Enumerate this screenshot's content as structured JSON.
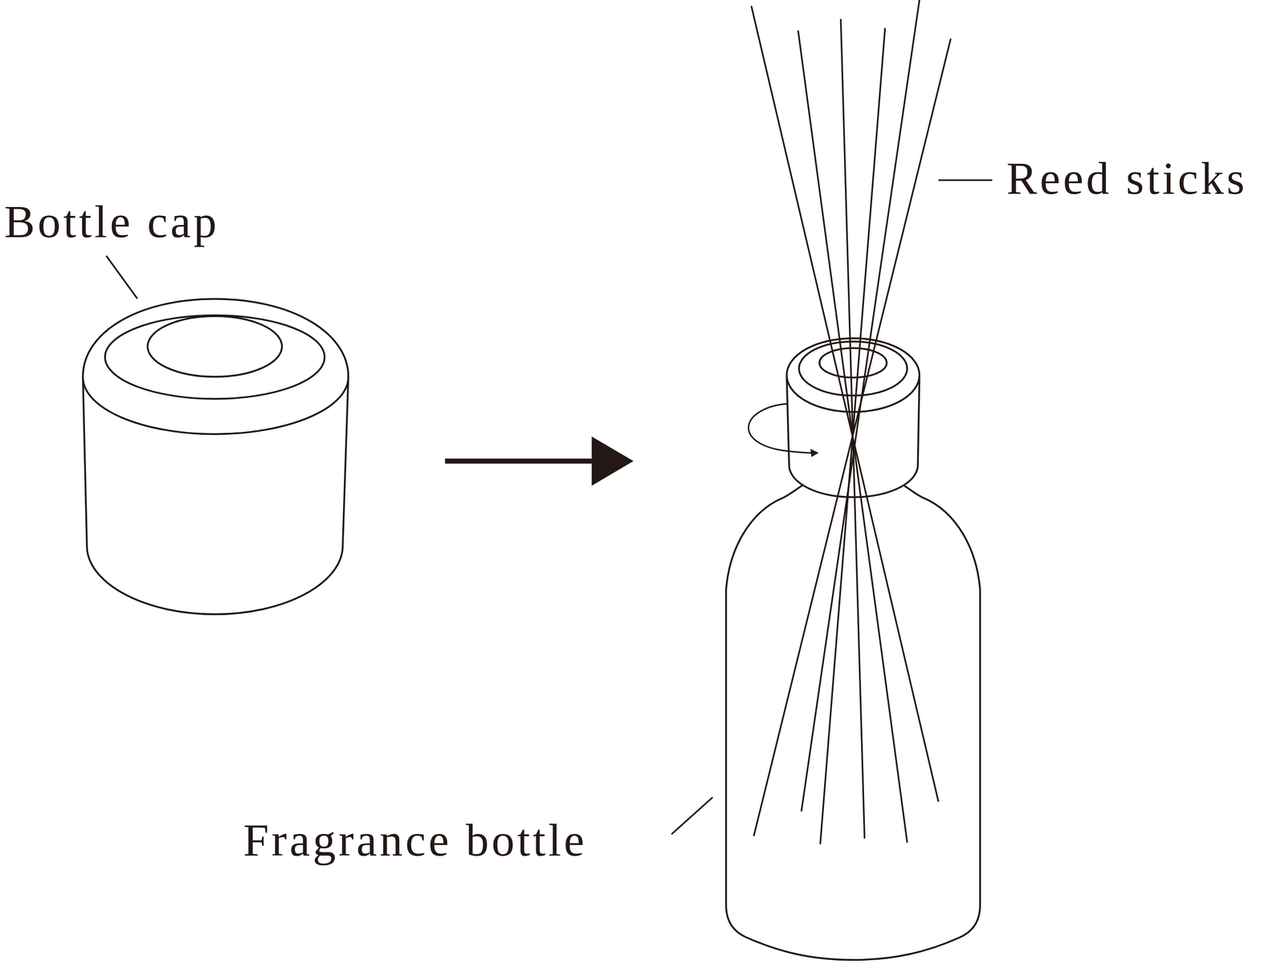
{
  "diagram": {
    "labels": [
      "Bottle cap",
      "Reed sticks",
      "Fragrance bottle"
    ]
  }
}
